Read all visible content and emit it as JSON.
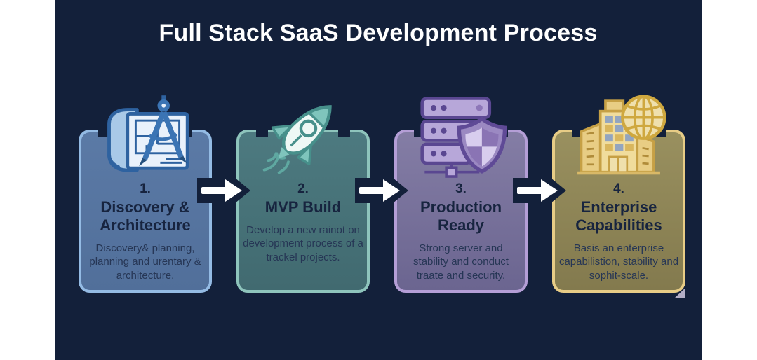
{
  "title": "Full Stack SaaS Development Process",
  "colors": {
    "page_background": "#ffffff",
    "panel_background": "#13203a",
    "title_text": "#ffffff",
    "card_heading_text": "#17243f",
    "arrow": "#ffffff"
  },
  "steps": [
    {
      "number": "1.",
      "heading": "Discovery & Architecture",
      "description": "Discovery& planning, planning and urentary & architecture.",
      "icon": "blueprint-compass-icon",
      "card_bg": "#56749e",
      "border": "#94bbe4"
    },
    {
      "number": "2.",
      "heading": "MVP Build",
      "description": "Develop a new rainot on development process of a trackel projects.",
      "icon": "rocket-icon",
      "card_bg": "#44707a",
      "border": "#8ec4bc"
    },
    {
      "number": "3.",
      "heading": "Production Ready",
      "description": "Strong server and stability and conduct traate and security.",
      "icon": "server-shield-icon",
      "card_bg": "#6b6590",
      "border": "#b49ed6"
    },
    {
      "number": "4.",
      "heading": "Enterprise Capabilities",
      "description": "Basis an enterprise capabilistion, stability and sophit-scale.",
      "icon": "building-globe-icon",
      "card_bg": "#837a4e",
      "border": "#e7cc86"
    }
  ]
}
